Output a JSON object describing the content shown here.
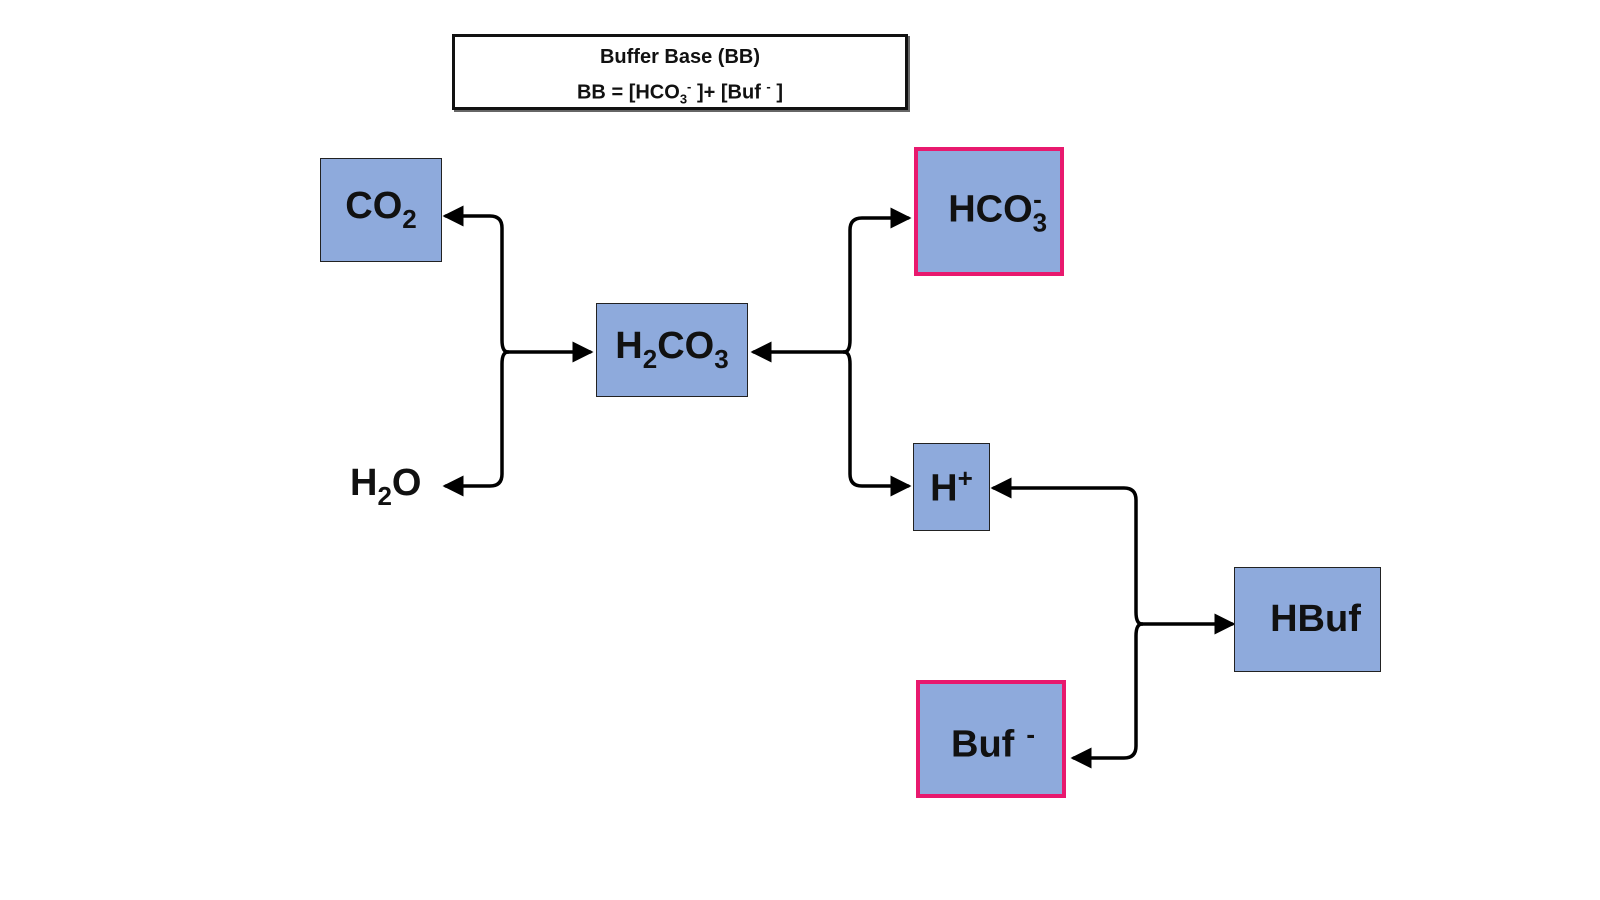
{
  "header": {
    "title": "Buffer Base (BB)",
    "formula": {
      "lhs": "BB",
      "eq": "=",
      "open1": "[",
      "t1": "HCO",
      "t1_sub": "3",
      "t1_sup": "-",
      "close1_plus": "]+",
      "open2": "[",
      "t2": "Buf",
      "t2_sup": "-",
      "close2": "]"
    }
  },
  "nodes": {
    "co2": {
      "base": "CO",
      "sub": "2"
    },
    "h2o": {
      "pre": "H",
      "sub": "2",
      "post": "O"
    },
    "h2co3": {
      "pre": "H",
      "sub1": "2",
      "mid": "CO",
      "sub2": "3"
    },
    "hco3": {
      "base": "HCO",
      "sub": "3",
      "sup": "-"
    },
    "hplus": {
      "base": "H",
      "sup": "+"
    },
    "hbuf": {
      "base": "HBuf"
    },
    "buf": {
      "base": "Buf",
      "sup": "-"
    }
  },
  "colors": {
    "node_fill": "#8eaadc",
    "node_border": "#222222",
    "highlight_border": "#e8196e",
    "arrow": "#000000"
  }
}
